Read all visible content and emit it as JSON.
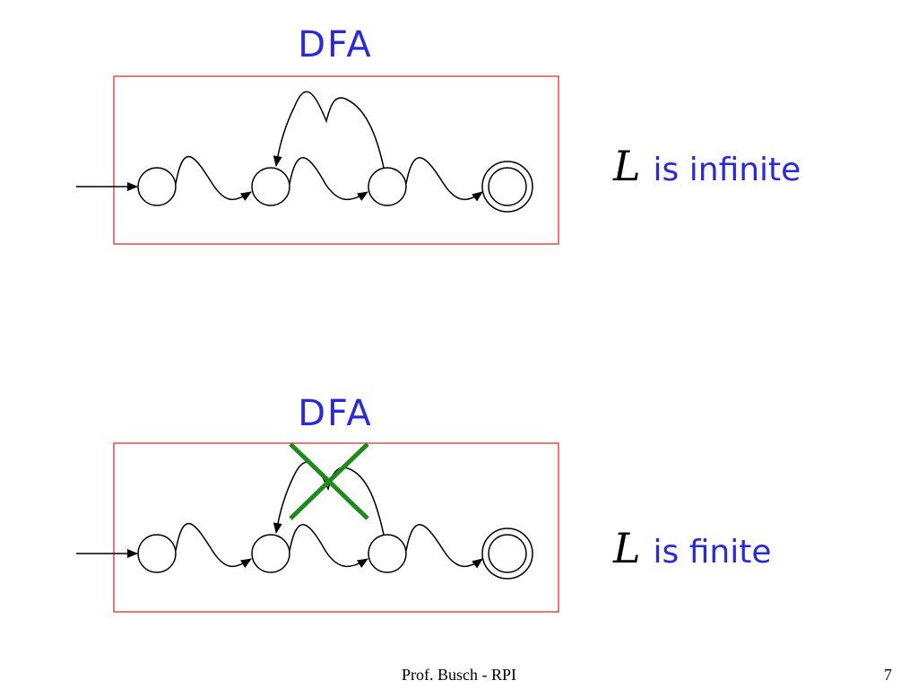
{
  "slide": {
    "diagrams": [
      {
        "title": "DFA",
        "language_symbol": "L",
        "description": "is infinite",
        "loop_crossed": false
      },
      {
        "title": "DFA",
        "language_symbol": "L",
        "description": "is finite",
        "loop_crossed": true
      }
    ],
    "footer": {
      "credit": "Prof. Busch - RPI",
      "page_number": "7"
    }
  },
  "colors": {
    "title_text": "#2b2bd6",
    "box_border": "#e24b4b",
    "cross": "#1e8a1e",
    "stroke": "#000000"
  }
}
